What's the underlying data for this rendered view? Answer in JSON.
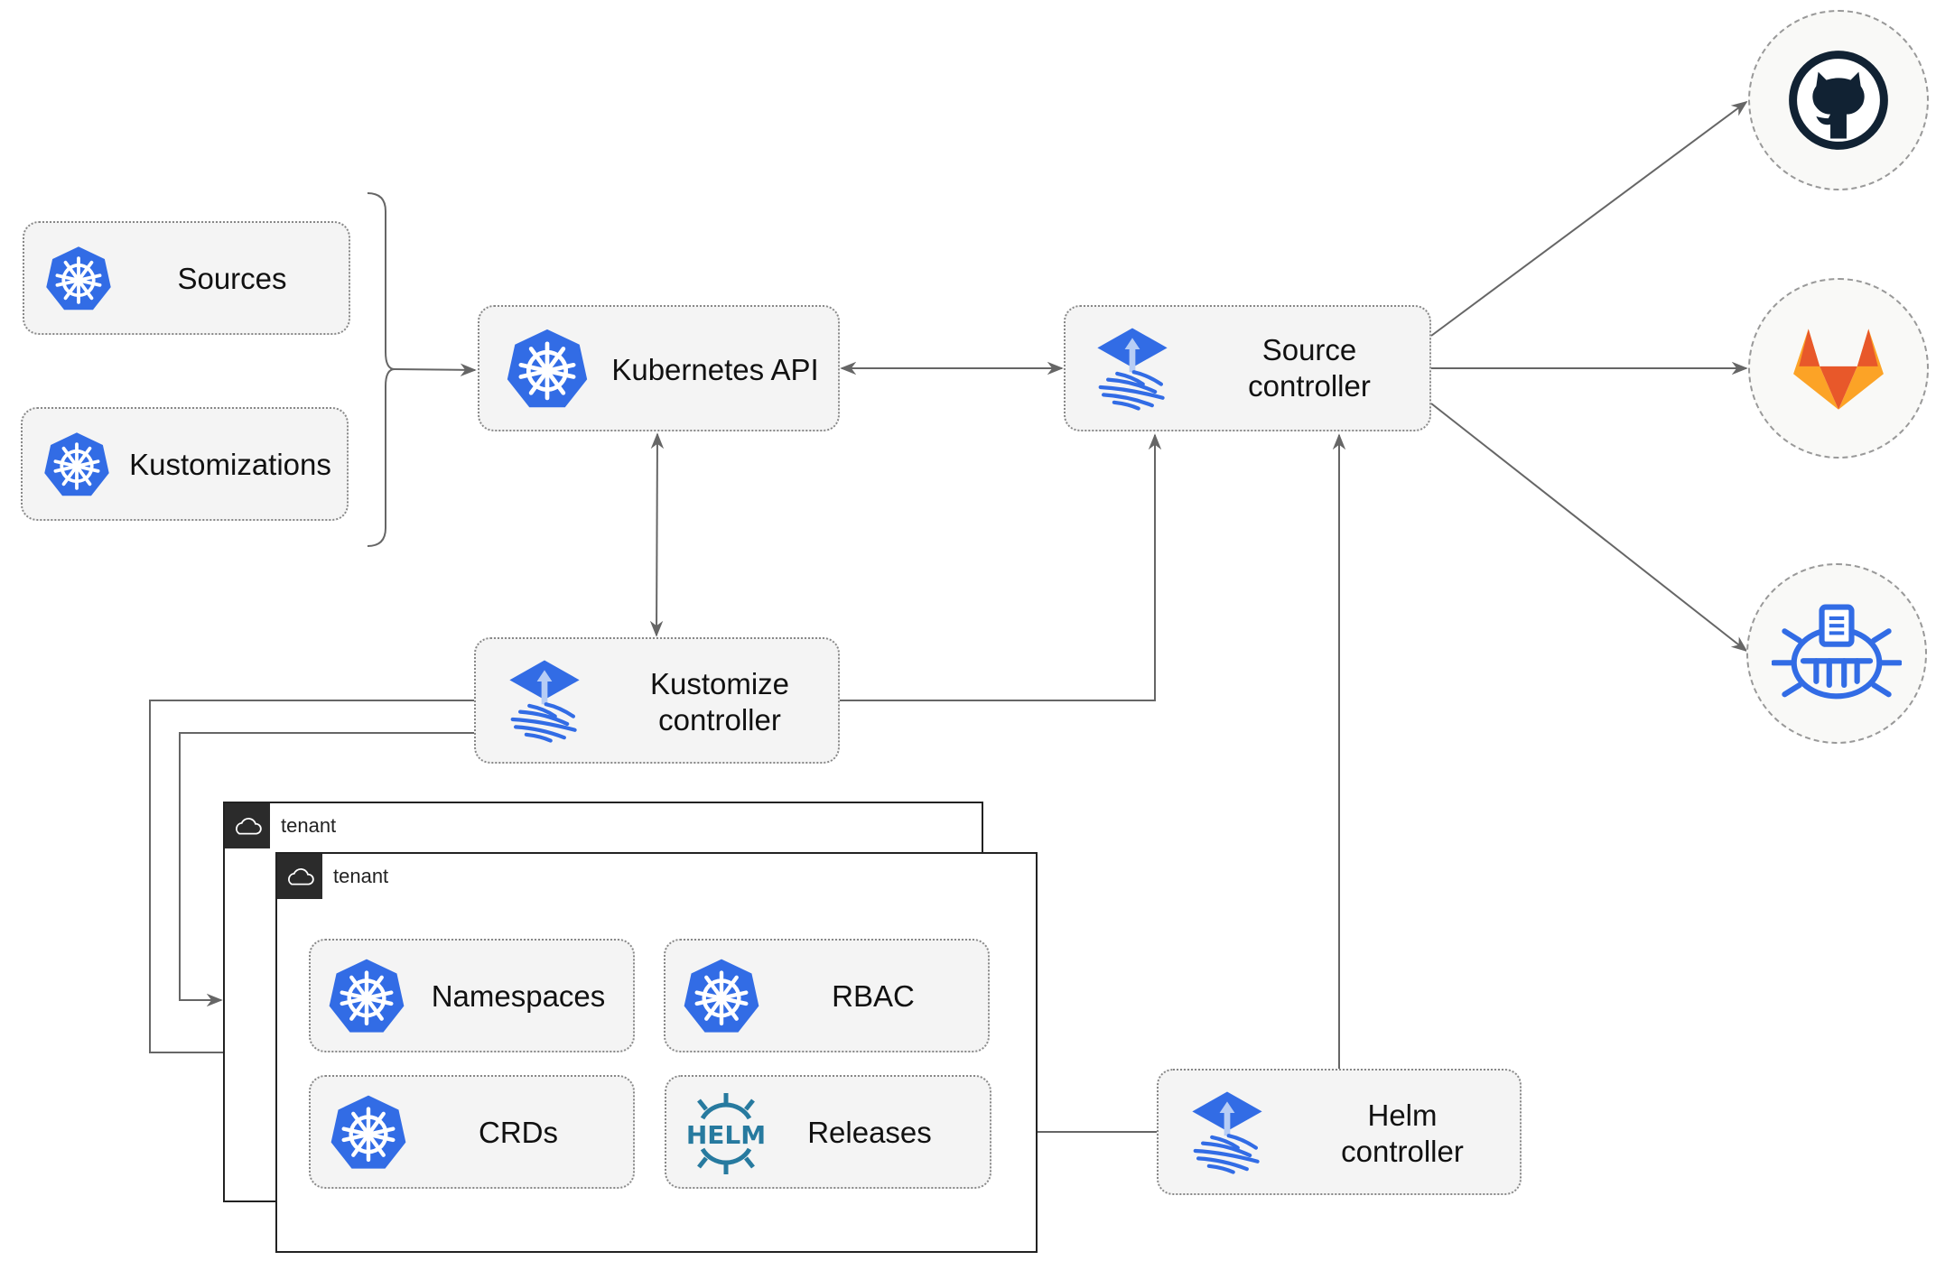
{
  "nodes": {
    "sources": {
      "label": "Sources",
      "icon": "kubernetes-icon"
    },
    "kustomizations": {
      "label": "Kustomizations",
      "icon": "kubernetes-icon"
    },
    "kubernetes_api": {
      "label": "Kubernetes API",
      "icon": "kubernetes-icon"
    },
    "source_controller": {
      "label": "Source\ncontroller",
      "icon": "flux-icon"
    },
    "kustomize_controller": {
      "label": "Kustomize\ncontroller",
      "icon": "flux-icon"
    },
    "helm_controller": {
      "label": "Helm\ncontroller",
      "icon": "flux-icon"
    },
    "namespaces": {
      "label": "Namespaces",
      "icon": "kubernetes-icon"
    },
    "rbac": {
      "label": "RBAC",
      "icon": "kubernetes-icon"
    },
    "crds": {
      "label": "CRDs",
      "icon": "kubernetes-icon"
    },
    "releases": {
      "label": "Releases",
      "icon": "helm-icon",
      "logo_text": "HELM"
    }
  },
  "tenants": [
    {
      "label": "tenant",
      "icon": "cloud-icon"
    },
    {
      "label": "tenant",
      "icon": "cloud-icon"
    }
  ],
  "external_sources": [
    {
      "icon": "github-icon"
    },
    {
      "icon": "gitlab-icon"
    },
    {
      "icon": "helm-repository-icon"
    }
  ],
  "colors": {
    "kubernetes_blue": "#326ce5",
    "flux_blue": "#316ce6",
    "box_fill": "#f4f4f4",
    "connector": "#666666",
    "github_dark": "#112233",
    "gitlab_orange": "#e8582a",
    "gitlab_yellow": "#fca326",
    "helm_blue": "#277a9f"
  }
}
